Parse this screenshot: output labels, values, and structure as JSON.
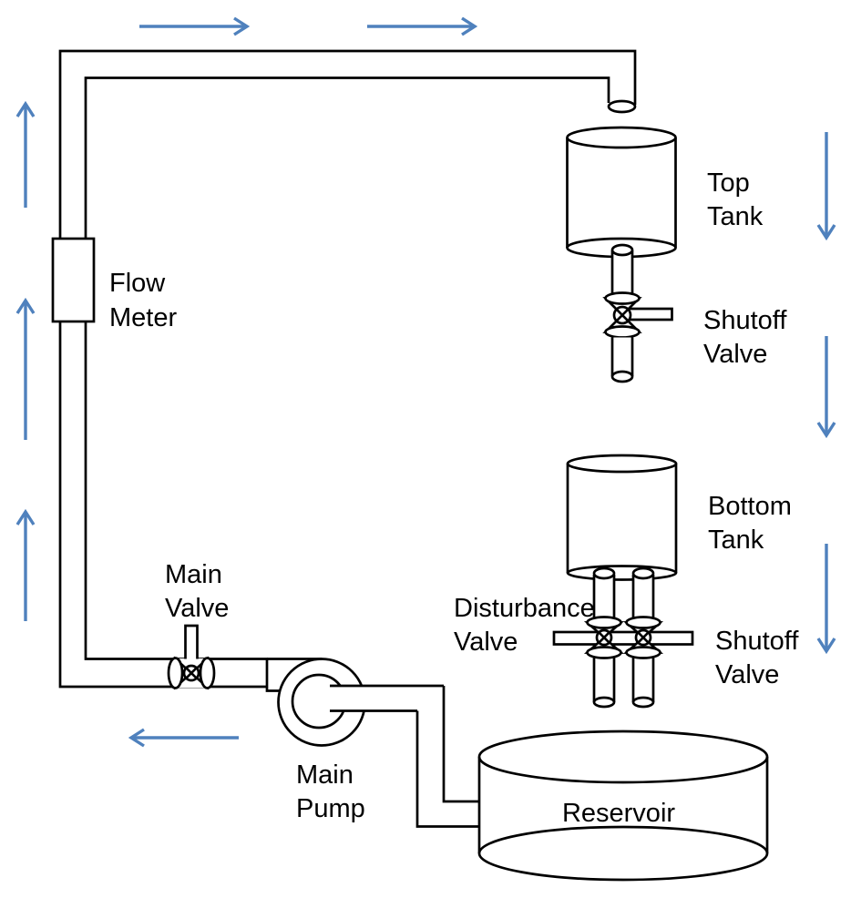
{
  "diagram": {
    "type": "process-flow-schematic",
    "description": "Closed water loop: reservoir to main pump to main valve, up past flow meter, across top into top tank, through shutoff valve into bottom tank, through disturbance and shutoff valves back to reservoir"
  },
  "colors": {
    "line": "#000000",
    "text": "#000000",
    "arrow": "#4F81BD",
    "background": "#FFFFFF"
  },
  "labels": {
    "flow_meter": {
      "line1": "Flow",
      "line2": "Meter"
    },
    "top_tank": {
      "line1": "Top",
      "line2": "Tank"
    },
    "shutoff_valve_top": {
      "line1": "Shutoff",
      "line2": "Valve"
    },
    "bottom_tank": {
      "line1": "Bottom",
      "line2": "Tank"
    },
    "disturbance_valve": {
      "line1": "Disturbance",
      "line2": "Valve"
    },
    "shutoff_valve_bottom": {
      "line1": "Shutoff",
      "line2": "Valve"
    },
    "main_valve": {
      "line1": "Main",
      "line2": "Valve"
    },
    "main_pump": {
      "line1": "Main",
      "line2": "Pump"
    },
    "reservoir": {
      "line1": "Reservoir"
    }
  },
  "components": [
    {
      "id": "flow-meter",
      "label": "Flow Meter",
      "kind": "meter"
    },
    {
      "id": "top-tank",
      "label": "Top Tank",
      "kind": "tank"
    },
    {
      "id": "shutoff-valve-top",
      "label": "Shutoff Valve",
      "kind": "valve"
    },
    {
      "id": "bottom-tank",
      "label": "Bottom Tank",
      "kind": "tank"
    },
    {
      "id": "disturbance-valve",
      "label": "Disturbance Valve",
      "kind": "valve"
    },
    {
      "id": "shutoff-valve-bottom",
      "label": "Shutoff Valve",
      "kind": "valve"
    },
    {
      "id": "main-valve",
      "label": "Main Valve",
      "kind": "valve"
    },
    {
      "id": "main-pump",
      "label": "Main Pump",
      "kind": "pump"
    },
    {
      "id": "reservoir",
      "label": "Reservoir",
      "kind": "tank"
    }
  ],
  "flow_arrows": [
    {
      "side": "top",
      "direction": "right",
      "count": 2
    },
    {
      "side": "left",
      "direction": "up",
      "count": 3
    },
    {
      "side": "right",
      "direction": "down",
      "count": 3
    },
    {
      "side": "bottom",
      "direction": "left",
      "count": 1
    }
  ]
}
